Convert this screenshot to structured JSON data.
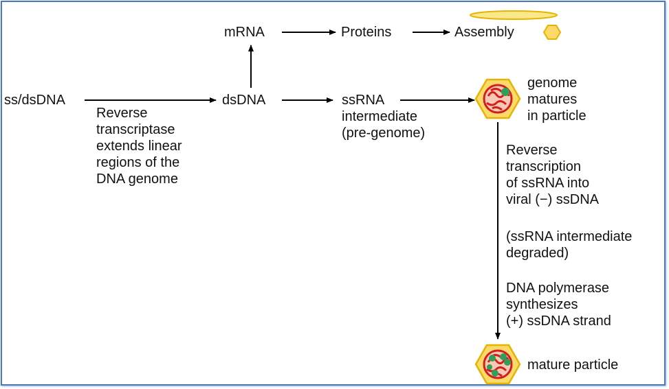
{
  "colors": {
    "capsid_fill": "#fbd96a",
    "capsid_stroke": "#e5b400",
    "genome_red": "#d41e1e",
    "protein_green": "#2fa05a",
    "frame_border": "#4a79b8"
  },
  "nodes": {
    "mrna": "mRNA",
    "proteins": "Proteins",
    "assembly": "Assembly",
    "ss_ds_dna": "ss/dsDNA",
    "dsdna": "dsDNA",
    "ssrna": "ssRNA\nintermediate\n(pre-genome)",
    "genome_matures": "genome\nmatures\nin particle",
    "mature_particle": "mature particle"
  },
  "notes": {
    "reverse_transcriptase": "Reverse\ntranscriptase\nextends linear\nregions of the\nDNA genome",
    "reverse_transcription": "Reverse\ntranscription\nof ssRNA into\nviral (−) ssDNA",
    "ssrna_degraded": "(ssRNA intermediate\ndegraded)",
    "dna_polymerase": "DNA polymerase\nsynthesizes\n(+) ssDNA strand"
  },
  "icons": {
    "assembly_icon": "hexagon-capsid-icon",
    "top_ring": "ellipse-ring-icon",
    "immature_particle": "capsid-with-genome-icon",
    "mature_particle": "capsid-with-dna-and-proteins-icon"
  }
}
